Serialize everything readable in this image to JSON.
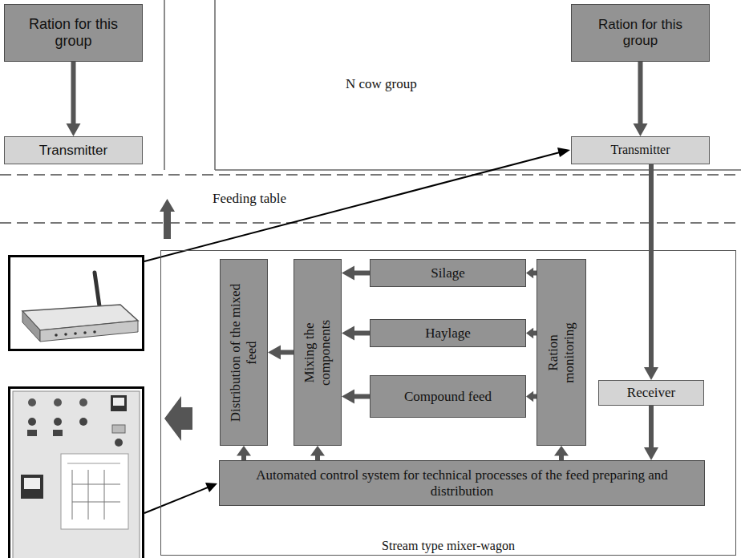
{
  "diagram": {
    "nodes": [
      {
        "text": [
          "Ration for this group"
        ]
      },
      {
        "text": [
          "Transmitter"
        ]
      },
      {
        "text": [
          "Ration for this group"
        ]
      },
      {
        "text": [
          "Transmitter"
        ]
      },
      {
        "text": [
          "Stream type mixer-wagon"
        ]
      },
      {
        "text": [
          "Distribution of the mixed feed"
        ],
        "in": 4
      },
      {
        "text": [
          "Mixing the components"
        ],
        "in": 4
      },
      {
        "text": [
          "Silage"
        ],
        "in": 4
      },
      {
        "text": [
          "Haylage"
        ],
        "in": 4
      },
      {
        "text": [
          "Compound feed"
        ],
        "in": 4
      },
      {
        "text": [
          "Ration monitoring"
        ],
        "in": 4
      },
      {
        "text": [
          "Receiver"
        ],
        "in": 4
      },
      {
        "text": [
          "Automated control system for technical processes of the feed preparing and distribution"
        ],
        "in": 4
      }
    ],
    "edges": [
      {
        "from": 0,
        "to": 1,
        "arrow": "to"
      },
      {
        "from": 2,
        "to": 3,
        "arrow": "to"
      },
      {
        "from": 3,
        "to": 11,
        "arrow": "to"
      },
      {
        "from": 11,
        "to": 12,
        "arrow": "to"
      },
      {
        "from": 10,
        "to": 7,
        "arrow": "to"
      },
      {
        "from": 10,
        "to": 8,
        "arrow": "to"
      },
      {
        "from": 10,
        "to": 9,
        "arrow": "to"
      },
      {
        "from": 7,
        "to": 6,
        "arrow": "to"
      },
      {
        "from": 8,
        "to": 6,
        "arrow": "to"
      },
      {
        "from": 9,
        "to": 6,
        "arrow": "to"
      },
      {
        "from": 6,
        "to": 5,
        "arrow": "to"
      },
      {
        "from": 12,
        "to": 5,
        "arrow": "to"
      },
      {
        "from": 12,
        "to": 6,
        "arrow": "to"
      },
      {
        "from": 12,
        "to": 10,
        "arrow": "to"
      }
    ],
    "labels": [
      "N cow group",
      "Feeding table"
    ]
  }
}
